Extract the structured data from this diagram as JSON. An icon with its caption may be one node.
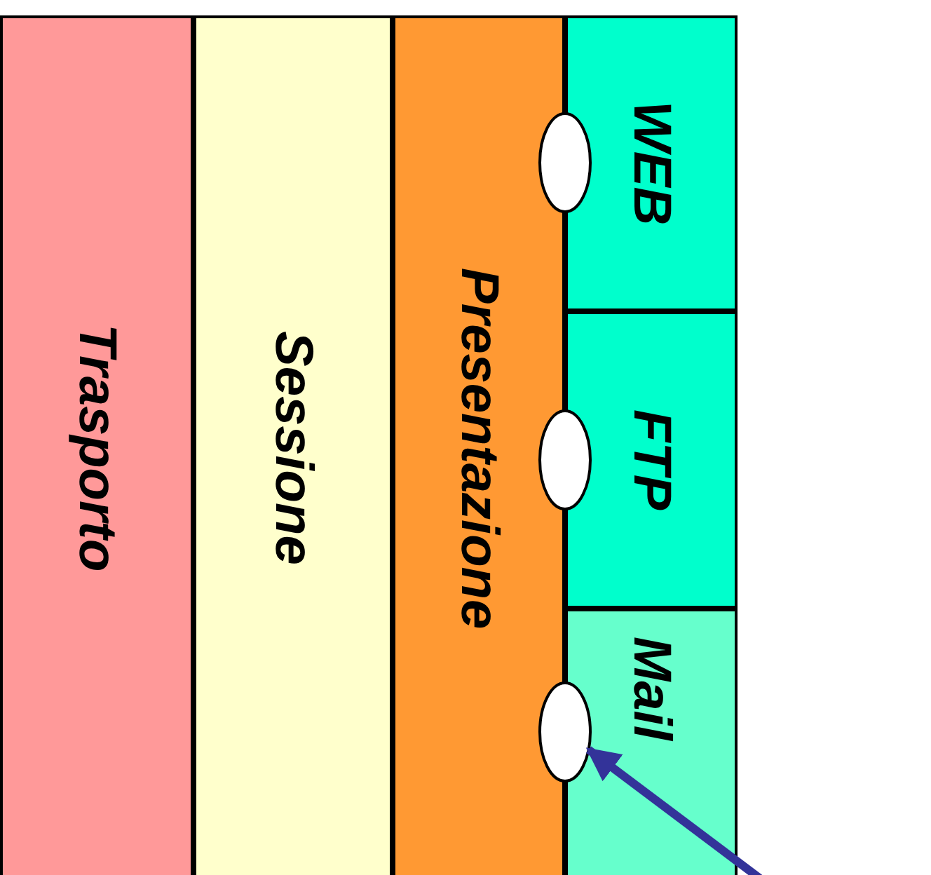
{
  "diagram": {
    "nodes": [
      {
        "text": [
          "Trasporto"
        ]
      },
      {
        "text": [
          "Sessione"
        ]
      },
      {
        "text": [
          "Presentazione"
        ]
      },
      {
        "text": [
          "WEB"
        ]
      },
      {
        "text": [
          "FTP"
        ]
      },
      {
        "text": [
          "Mail"
        ]
      },
      {
        "text": [],
        "shape": "ellipse"
      },
      {
        "text": [],
        "shape": "ellipse"
      },
      {
        "text": [],
        "shape": "ellipse"
      }
    ],
    "edges": [
      {
        "from": null,
        "to": 8,
        "arrow": "to",
        "color": "#333399"
      }
    ]
  }
}
